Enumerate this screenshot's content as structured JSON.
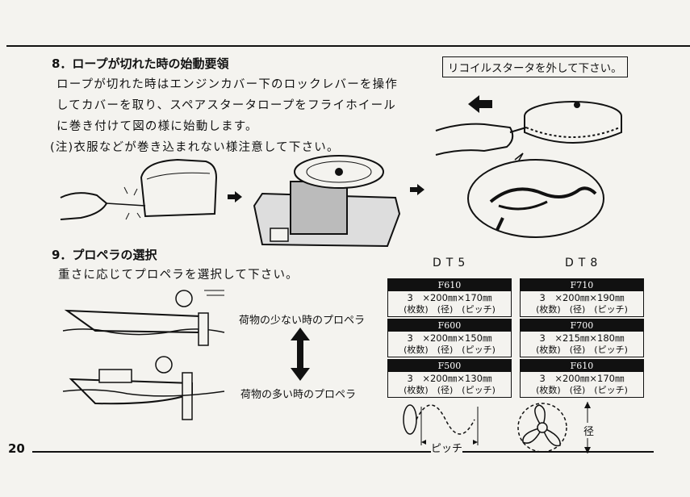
{
  "page_number": "20",
  "section8": {
    "heading": "8．ロープが切れた時の始動要領",
    "lines": [
      "ロープが切れた時はエンジンカバー下のロックレバーを操作",
      "してカバーを取り、スペアスタータロープをフライホイール",
      "に巻き付けて図の様に始動します。",
      "(注)衣服などが巻き込まれない様注意して下さい。"
    ],
    "callout": "リコイルスタータを外して下さい。"
  },
  "section9": {
    "heading": "9．プロペラの選択",
    "body": "重さに応じてプロペラを選択して下さい。",
    "label_light": "荷物の少ない時のプロペラ",
    "label_heavy": "荷物の多い時のプロペラ",
    "pitch_label": "ピッチ",
    "diameter_label": "径"
  },
  "models": [
    {
      "name": "DT5",
      "specs": [
        {
          "code": "F610",
          "line1": "3　×200㎜×170㎜",
          "line2": "(枚数)　(径)　(ピッチ)"
        },
        {
          "code": "F600",
          "line1": "3　×200㎜×150㎜",
          "line2": "(枚数)　(径)　(ピッチ)"
        },
        {
          "code": "F500",
          "line1": "3　×200㎜×130㎜",
          "line2": "(枚数)　(径)　(ピッチ)"
        }
      ]
    },
    {
      "name": "DT8",
      "specs": [
        {
          "code": "F710",
          "line1": "3　×200㎜×190㎜",
          "line2": "(枚数)　(径)　(ピッチ)"
        },
        {
          "code": "F700",
          "line1": "3　×215㎜×180㎜",
          "line2": "(枚数)　(径)　(ピッチ)"
        },
        {
          "code": "F610",
          "line1": "3　×200㎜×170㎜",
          "line2": "(枚数)　(径)　(ピッチ)"
        }
      ]
    }
  ]
}
